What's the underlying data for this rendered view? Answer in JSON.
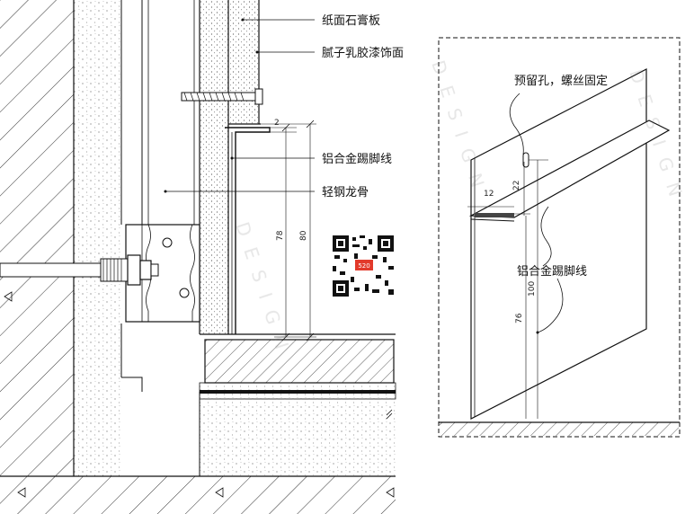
{
  "labels": {
    "gypsum_board": "纸面石膏板",
    "putty_latex": "腻子乳胶漆饰面",
    "baseboard_left": "铝合金踢脚线",
    "light_steel_keel": "轻钢龙骨",
    "reserved_hole": "预留孔，螺丝固定",
    "baseboard_right": "铝合金踢脚线"
  },
  "dimensions": {
    "left_gap": "2",
    "left_height_inner": "78",
    "left_height_outer": "80",
    "right_width": "12",
    "right_gap": "22",
    "right_height_outer": "100",
    "right_height_inner": "76"
  },
  "watermark": {
    "text": "DESIGN"
  },
  "qr": {
    "caption": "520"
  }
}
